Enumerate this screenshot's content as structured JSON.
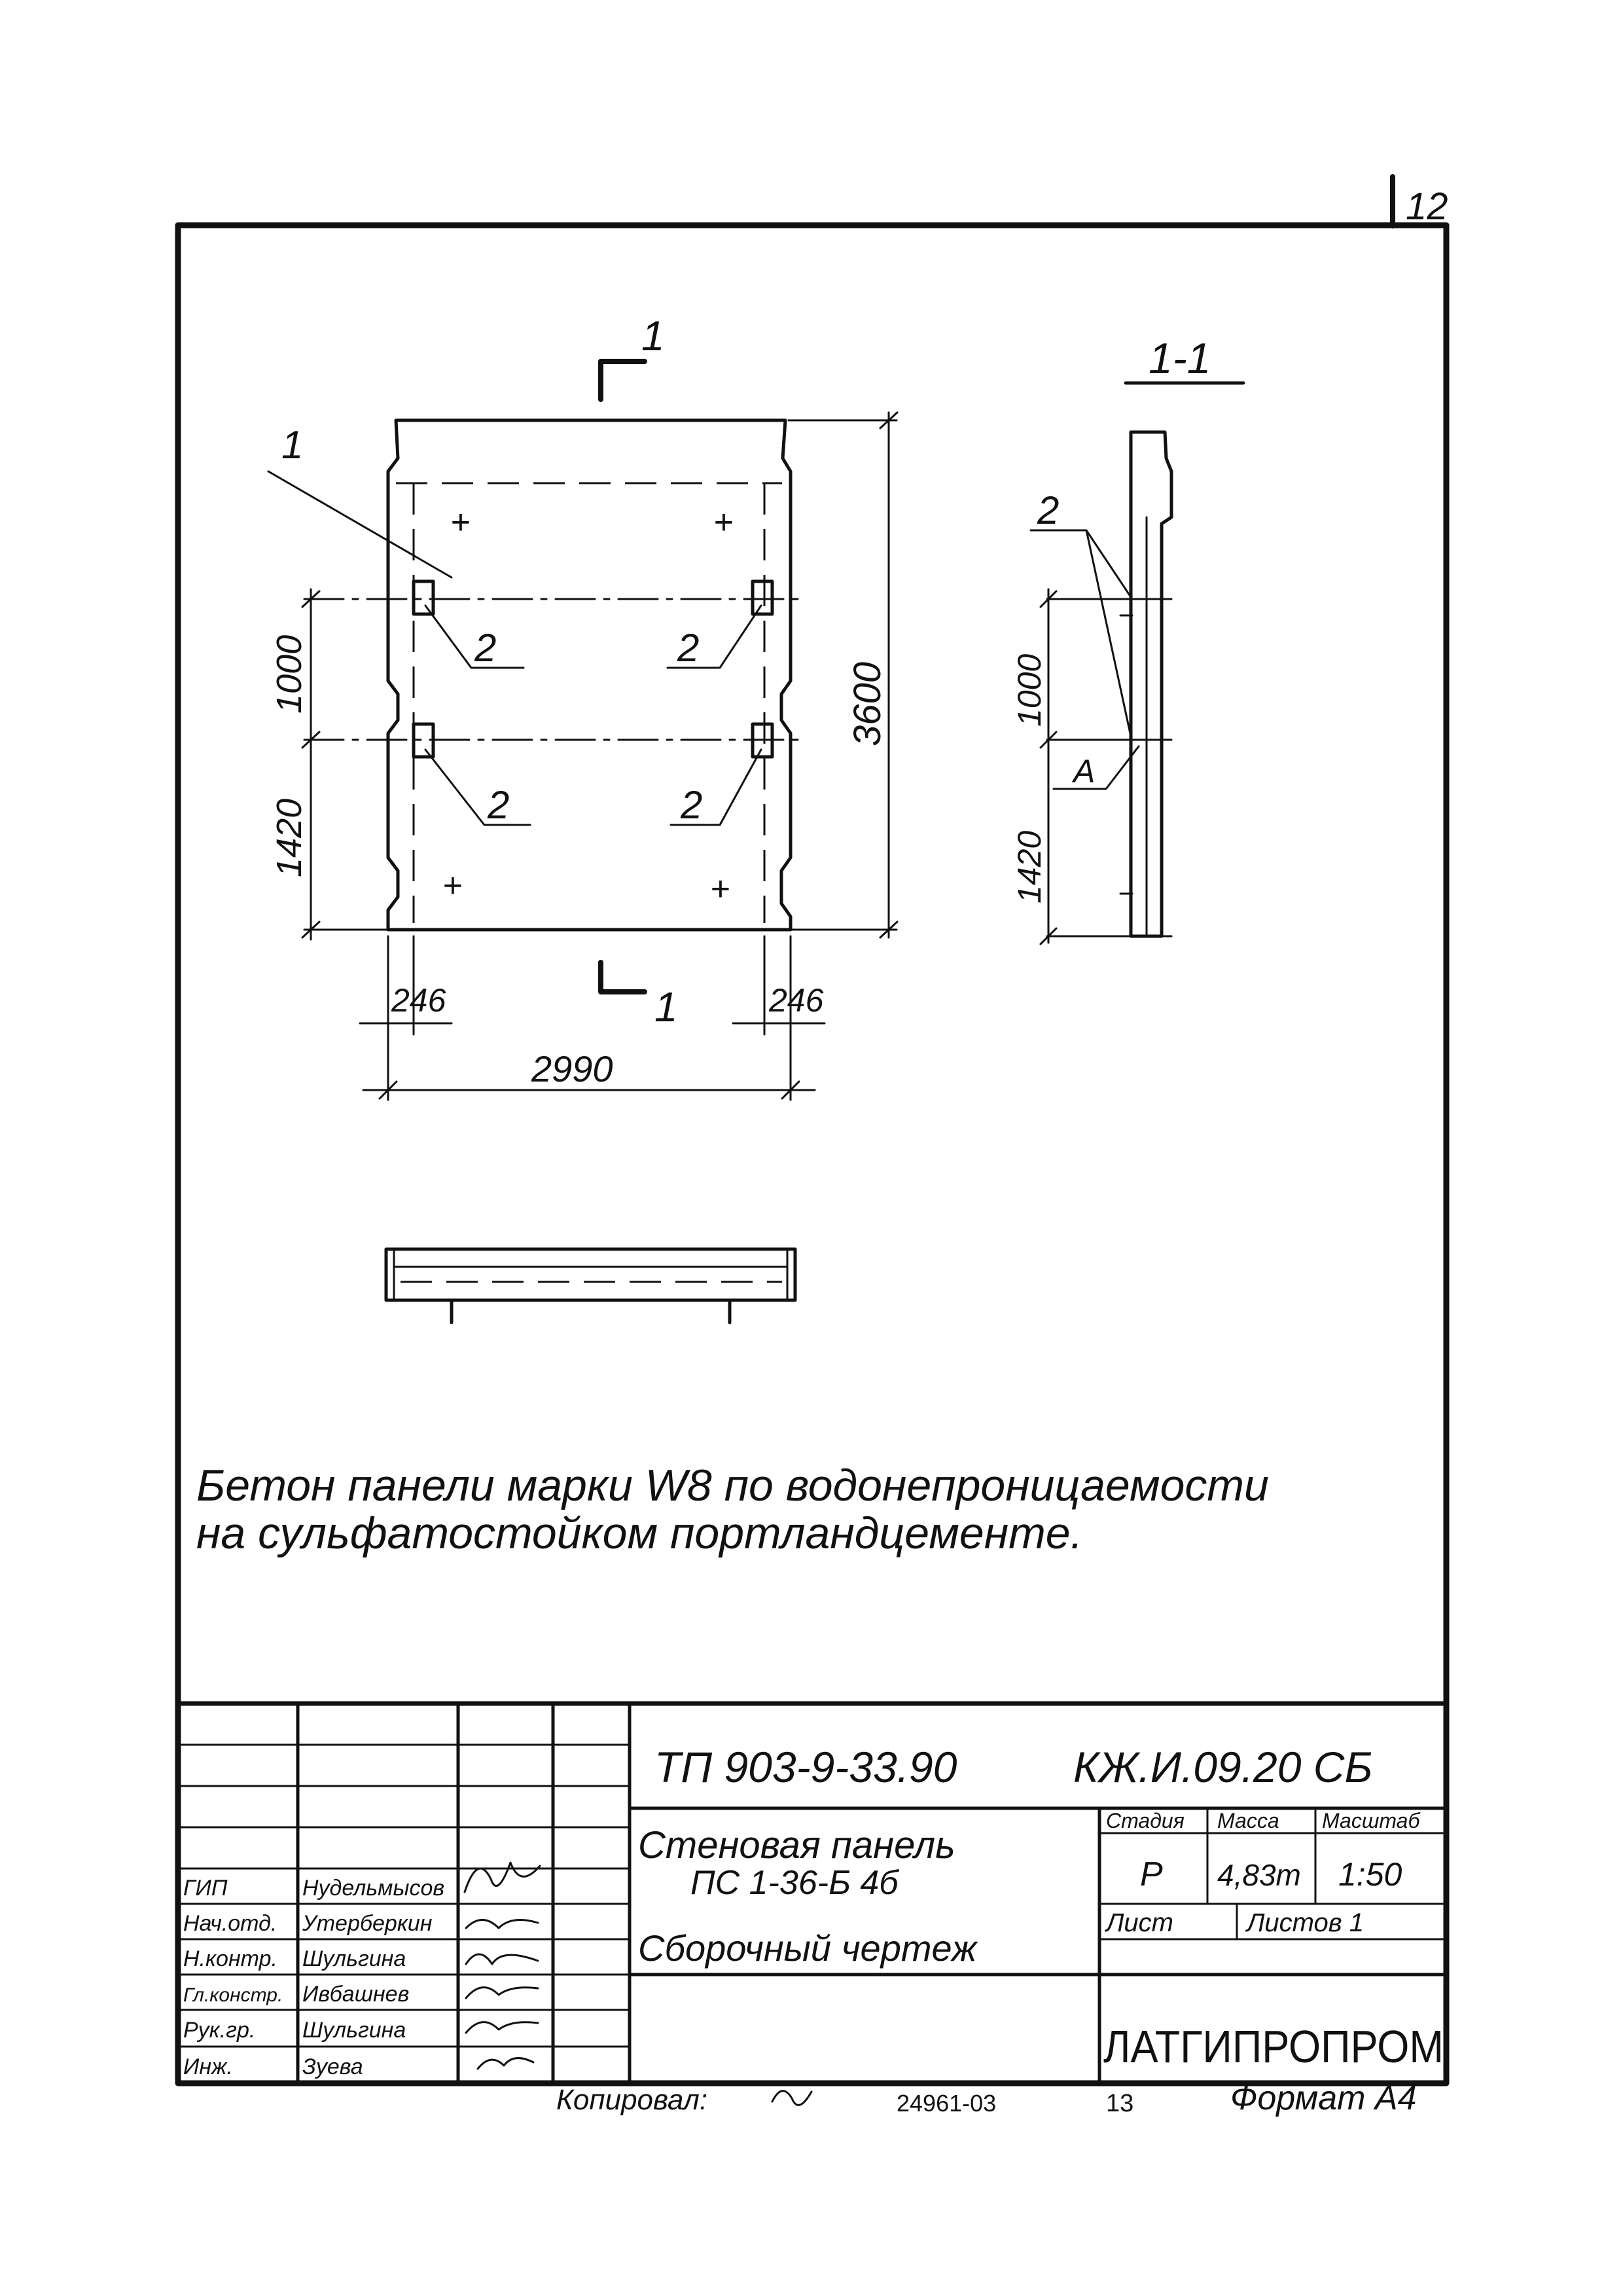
{
  "page_number": "12",
  "drawing": {
    "section_mark": "1",
    "section_title": "1-1",
    "main_view": {
      "position_1": "1",
      "position_2": "2",
      "dim_1000": "1000",
      "dim_1420": "1420",
      "dim_3600": "3600",
      "dim_246_left": "246",
      "dim_246_right": "246",
      "dim_2990": "2990"
    },
    "section_view": {
      "position_2": "2",
      "dim_1000": "1000",
      "dim_1420": "1420",
      "detail_a": "A"
    }
  },
  "note": {
    "line1": "Бетон панели марки W8 по водонепроницаемости",
    "line2": "на сульфатостойком портландцементе."
  },
  "title_block": {
    "project_code": "ТП 903-9-33.90",
    "doc_code": "КЖ.И.09.20 СБ",
    "title_line1": "Стеновая панель",
    "title_line2": "ПС 1-36-Б 4б",
    "title_line3": "Сборочный чертеж",
    "col_stage": "Стадия",
    "col_mass": "Масса",
    "col_scale": "Масштаб",
    "stage": "Р",
    "mass": "4,83т",
    "scale": "1:50",
    "sheet_label": "Лист",
    "sheets_label": "Листов 1",
    "organization": "ЛАТГИПРОПРОМ",
    "staff": [
      {
        "role": "ГИП",
        "name": "Нудельмысов"
      },
      {
        "role": "Нач.отд.",
        "name": "Утерберкин"
      },
      {
        "role": "Н.контр.",
        "name": "Шульгина"
      },
      {
        "role": "Гл.констр.",
        "name": "Ивбашнев"
      },
      {
        "role": "Рук.гр.",
        "name": "Шульгина"
      },
      {
        "role": "Инж.",
        "name": "Зуева"
      }
    ]
  },
  "footer": {
    "checked": "Копировал:",
    "inventory": "24961-03",
    "number": "13",
    "format": "Формат А4"
  }
}
